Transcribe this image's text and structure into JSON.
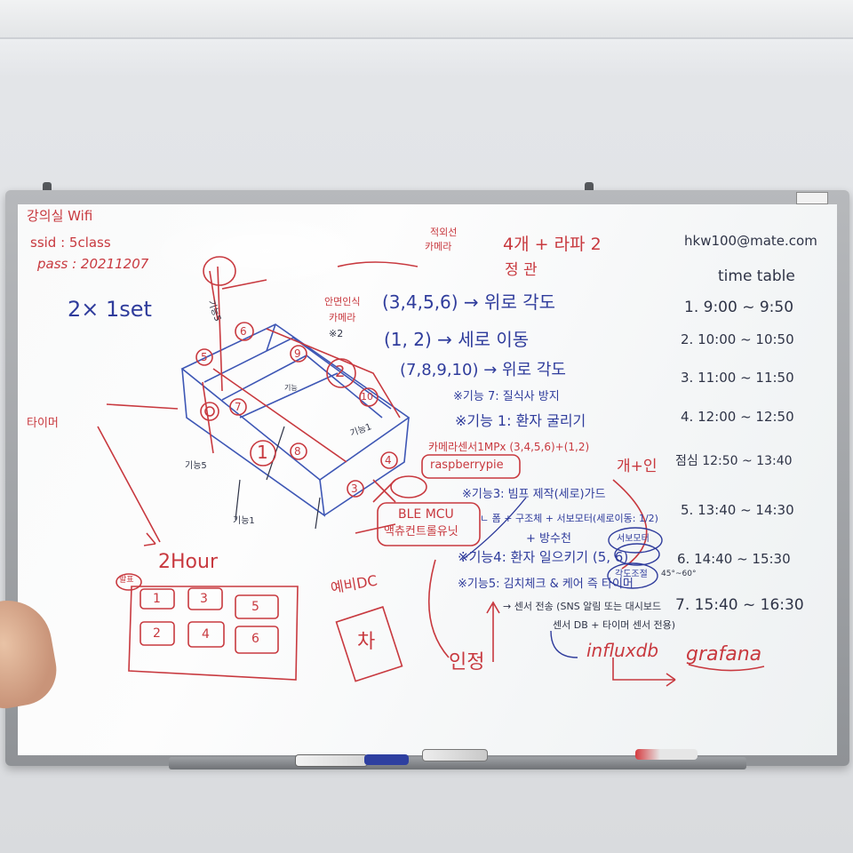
{
  "wifi": {
    "line1": "강의실 Wifi",
    "line2": "ssid : 5class",
    "line3": "pass : 20211207"
  },
  "left_notes": {
    "count": "2× 1set",
    "timer_label": "타이머",
    "hours": "2Hour",
    "seat_label": "발표",
    "seats": [
      "1",
      "3",
      "5",
      "2",
      "4",
      "6"
    ],
    "dc_label": "예비DC",
    "box_label": "차"
  },
  "sketch_labels": {
    "func5_top": "기능5",
    "func5_bottom": "기능5",
    "func1": "기능1",
    "func_center": "기능1",
    "sensor": "기능",
    "circle_labels": [
      "6",
      "5",
      "7",
      "9",
      "2",
      "10",
      "1",
      "8",
      "4",
      "3"
    ]
  },
  "center_notes": {
    "header_a": "적외선",
    "header_b": "카메라",
    "header_c": "4개 + 라파 2",
    "header_d": "정 관",
    "camera_a": "안면인식",
    "camera_b": "카메라",
    "camera_c": "※2",
    "line1": "(3,4,5,6) → 위로 각도",
    "line2": "(1, 2) → 세로 이동",
    "line3": "(7,8,9,10) → 위로 각도",
    "feature7": "※기능 7: 질식사 방지",
    "feature1": "※기능 1: 환자 굴리기",
    "camera_mp": "카메라센서1MPx (3,4,5,6)+(1,2)",
    "rpi": "raspberrypie",
    "mcu": "BLE MCU",
    "actuator": "액츄컨트롤유닛",
    "plus_in": "개+인",
    "feature3": "※기능3: 빔프 제작(세로)가드",
    "pump": "ㄴ 폼 + 구조체 + 서보모터(세로이동: 1/2)",
    "waterproof": "+ 방수천",
    "servo": "서보모터",
    "feature4": "※기능4: 환자 일으키기 (5, 6)",
    "feature5": "※기능5: 김치체크 & 케어 즉 타이머",
    "angle": "각도조절",
    "angle_range": "45°~60°",
    "transfer": "→ 센서 전송 (SNS 알림 또는 대시보드",
    "db": "센서 DB + 타이머 센서 전용)",
    "influx": "influxdb",
    "grafana": "grafana",
    "approve": "인정"
  },
  "time_table": {
    "email": "hkw100@mate.com",
    "title": "time table",
    "rows": [
      "1. 9:00 ~ 9:50",
      "2. 10:00 ~ 10:50",
      "3. 11:00 ~ 11:50",
      "4. 12:00 ~ 12:50",
      "점심 12:50 ~ 13:40",
      "5. 13:40 ~ 14:30",
      "6. 14:40 ~ 15:30",
      "7. 15:40 ~ 16:30"
    ]
  },
  "colors": {
    "red_marker": "#c8393f",
    "blue_marker": "#2f3c9c",
    "black_marker": "#2f3447",
    "board": "#f9fafa",
    "frame": "#9a9da1"
  }
}
